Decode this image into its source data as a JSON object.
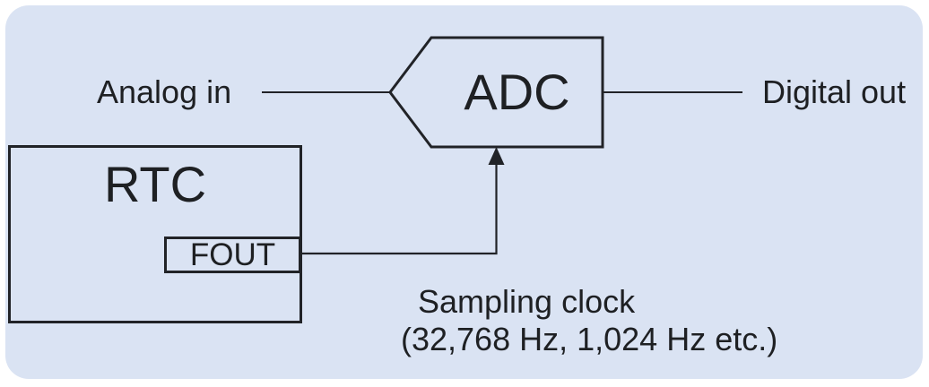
{
  "diagram": {
    "title_context": "RTC FOUT used as ADC sampling clock",
    "labels": {
      "analog_in": "Analog in",
      "digital_out": "Digital out",
      "adc": "ADC",
      "rtc": "RTC",
      "fout": "FOUT",
      "sampling_clock_line1": "Sampling clock",
      "sampling_clock_line2": "(32,768 Hz, 1,024 Hz etc.)"
    },
    "nodes": [
      {
        "id": "adc",
        "label": "ADC",
        "shape": "pentagon-left-point"
      },
      {
        "id": "rtc",
        "label": "RTC",
        "shape": "rectangle"
      },
      {
        "id": "fout",
        "label": "FOUT",
        "shape": "small-rectangle-port-on-rtc"
      }
    ],
    "edges": [
      {
        "from": "analog_in_label",
        "to": "adc",
        "style": "plain-line",
        "meaning": "analog signal input"
      },
      {
        "from": "adc",
        "to": "digital_out_label",
        "style": "plain-line",
        "meaning": "digital signal output"
      },
      {
        "from": "rtc.fout",
        "to": "adc",
        "style": "elbow-arrow-up",
        "meaning": "sampling clock (32,768 Hz, 1,024 Hz etc.)"
      }
    ],
    "colors": {
      "page_background": "#ffffff",
      "panel_background": "#dae3f3",
      "line": "#212327",
      "text": "#1e2023"
    }
  }
}
